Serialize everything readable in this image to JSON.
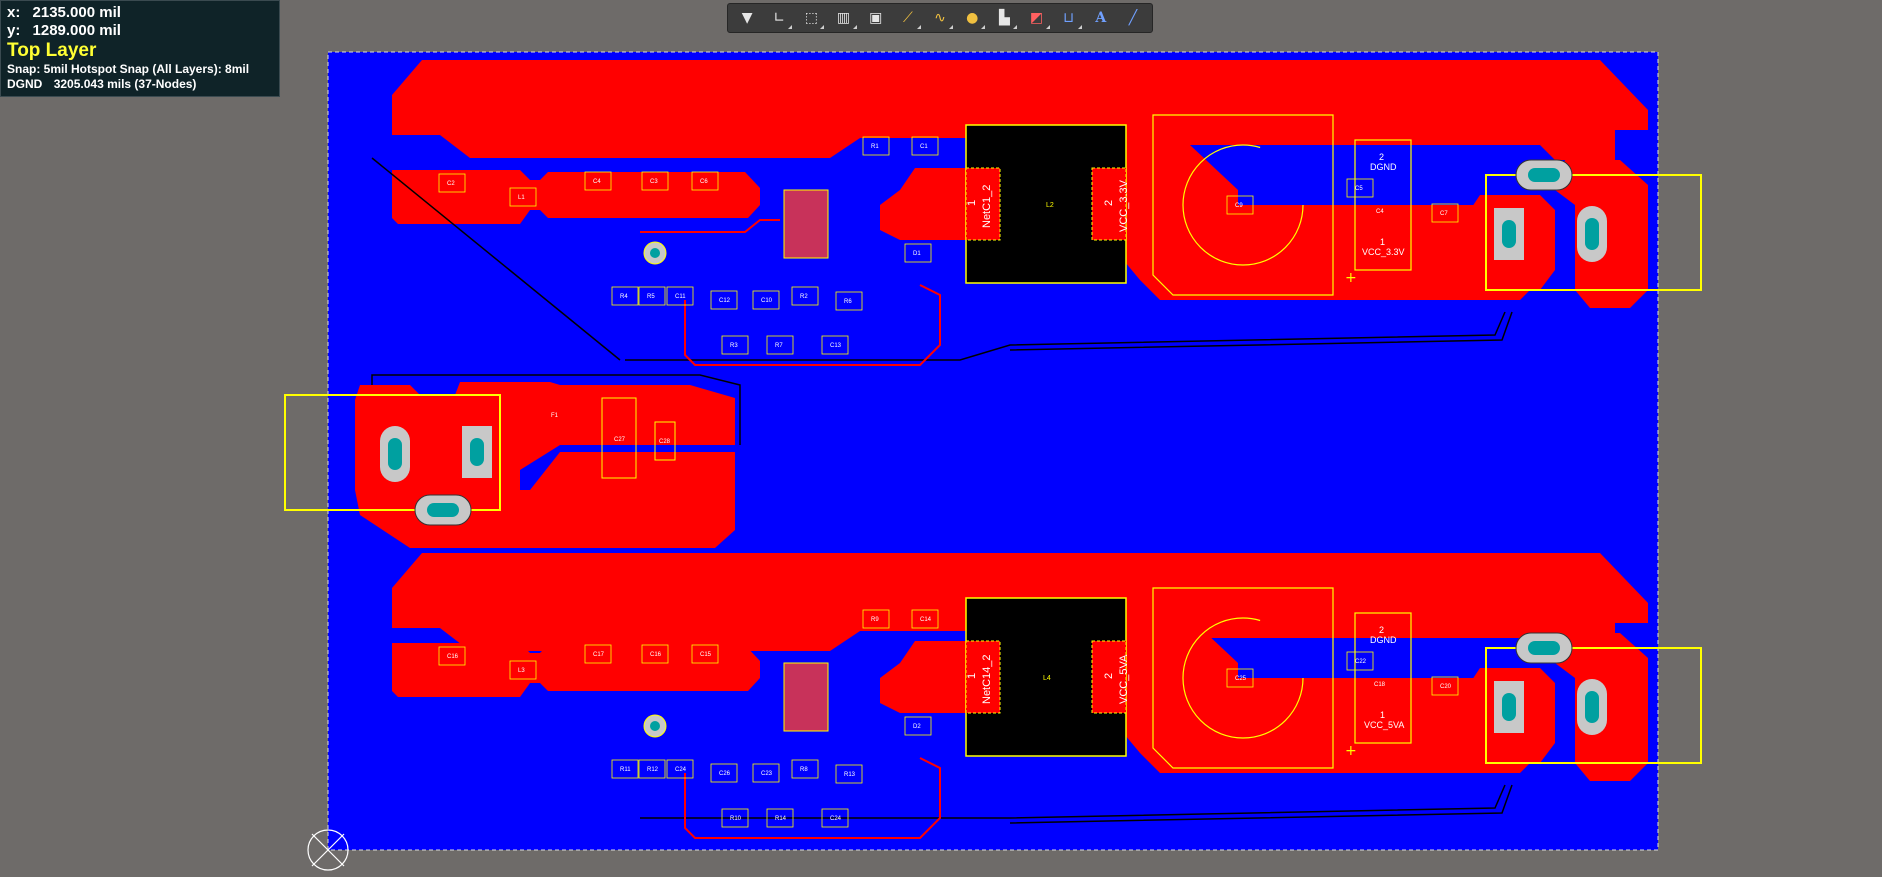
{
  "hud": {
    "x_label": "x:",
    "x_value": "2135.000 mil",
    "y_label": "y:",
    "y_value": "1289.000 mil",
    "layer": "Top Layer",
    "snap": "Snap: 5mil Hotspot Snap (All Layers): 8mil",
    "net_name": "DGND",
    "net_info": "3205.043 mils (37-Nodes)"
  },
  "toolbar": [
    {
      "name": "filter-tool",
      "icon": "filter-icon"
    },
    {
      "name": "route-tool",
      "icon": "corner-icon"
    },
    {
      "name": "select-region-tool",
      "icon": "dashed-rect-icon"
    },
    {
      "name": "align-tool",
      "icon": "align-icon"
    },
    {
      "name": "place-component-tool",
      "icon": "chip-icon"
    },
    {
      "name": "interactive-route-tool",
      "icon": "route-icon"
    },
    {
      "name": "length-tune-tool",
      "icon": "wave-icon"
    },
    {
      "name": "place-via-tool",
      "icon": "via-icon"
    },
    {
      "name": "polygon-tool",
      "icon": "polygon-icon"
    },
    {
      "name": "keepout-tool",
      "icon": "keepout-icon"
    },
    {
      "name": "dimension-tool",
      "icon": "dimension-icon"
    },
    {
      "name": "string-tool",
      "icon": "text-icon"
    },
    {
      "name": "line-tool",
      "icon": "line-icon"
    }
  ],
  "board": {
    "colors": {
      "top": "#ff0000",
      "bottom": "#0000ff",
      "silk": "#ffff00",
      "trace": "#000000",
      "bg": "#6e6b69"
    },
    "labels": {
      "top_l2": "L2",
      "top_pad1_num": "1",
      "top_pad1_net": "NetC1_2",
      "top_pad2_num": "2",
      "top_pad2_net": "VCC_3.3V",
      "top_conn_top": "2",
      "top_conn_net1": "DGND",
      "top_conn_mid": "C4",
      "top_conn_bot": "1",
      "top_conn_net2": "VCC_3.3V",
      "bot_l4": "L4",
      "bot_pad1_num": "1",
      "bot_pad1_net": "NetC14_2",
      "bot_pad2_num": "2",
      "bot_pad2_net": "VCC_5VA",
      "bot_conn_top": "2",
      "bot_conn_net1": "DGND",
      "bot_conn_mid": "C18",
      "bot_conn_bot": "1",
      "bot_conn_net2": "VCC_5VA",
      "mid_f1": "F1",
      "mid_c27": "C27",
      "mid_c28": "C28"
    },
    "refdes_top": [
      "C2",
      "L1",
      "C4",
      "C3",
      "C6",
      "R1",
      "C1",
      "C9",
      "C7",
      "C5",
      "D1",
      "R4",
      "R5",
      "C11",
      "C12",
      "C10",
      "R2",
      "R6",
      "R3",
      "R7",
      "C13"
    ],
    "refdes_bot": [
      "C16",
      "L3",
      "C17",
      "C16",
      "C15",
      "R9",
      "C14",
      "C25",
      "C20",
      "C22",
      "D2",
      "R11",
      "R12",
      "C24",
      "C26",
      "C23",
      "R8",
      "R13",
      "R10",
      "R14",
      "C24"
    ]
  }
}
